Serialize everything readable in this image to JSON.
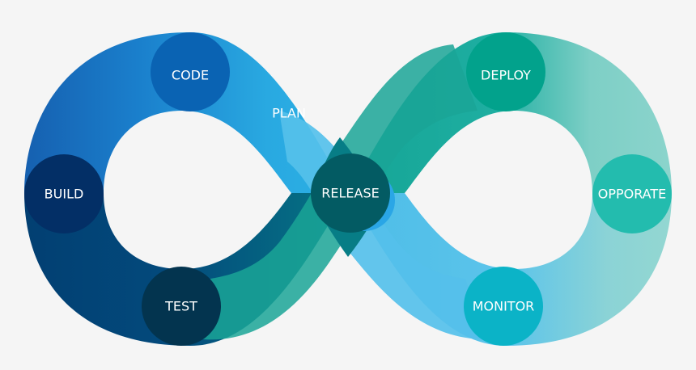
{
  "stages": {
    "code": "CODE",
    "plan": "PLAN",
    "build": "BUILD",
    "release": "RELEASE",
    "test": "TEST",
    "deploy": "DEPLOY",
    "opporate": "OPPORATE",
    "monitor": "MONITOR"
  },
  "colors": {
    "background": "#f5f5f5",
    "blue_dark": "#02467b",
    "blue_mid": "#1876c3",
    "blue_light": "#29a9e1",
    "sky": "#55c0ea",
    "teal_dark": "#077482",
    "teal_mid": "#1dab9f",
    "teal_light": "#86d2c9",
    "mint": "#8fd6d0"
  }
}
